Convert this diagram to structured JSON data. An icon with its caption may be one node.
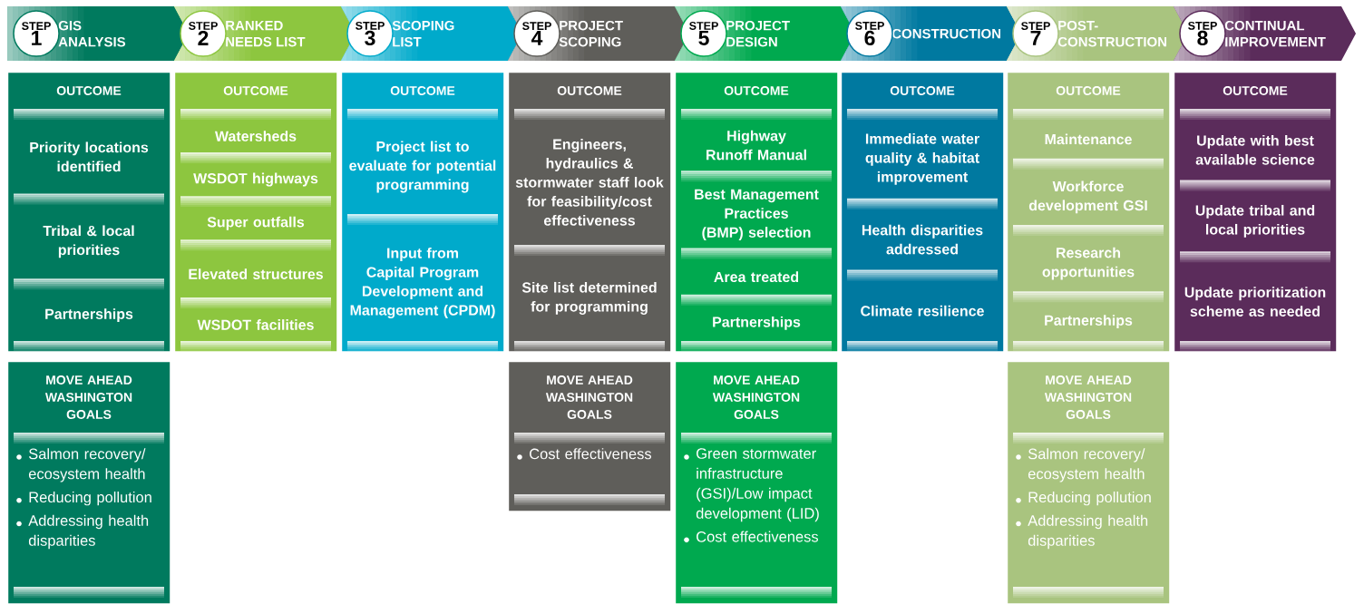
{
  "diagram": {
    "nodes": [
      {
        "text": [
          "GIS ANALYSIS"
        ]
      },
      {
        "text": [
          "STEP",
          "1"
        ],
        "in": 0
      },
      {
        "text": [
          "RANKED NEEDS LIST"
        ]
      },
      {
        "text": [
          "STEP",
          "2"
        ],
        "in": 2
      },
      {
        "text": [
          "SCOPING LIST"
        ]
      },
      {
        "text": [
          "STEP",
          "3"
        ],
        "in": 4
      },
      {
        "text": [
          "PROJECT SCOPING"
        ]
      },
      {
        "text": [
          "STEP",
          "4"
        ],
        "in": 6
      },
      {
        "text": [
          "PROJECT DESIGN"
        ]
      },
      {
        "text": [
          "STEP",
          "5"
        ],
        "in": 8
      },
      {
        "text": [
          "CONSTRUCTION"
        ]
      },
      {
        "text": [
          "STEP",
          "6"
        ],
        "in": 10
      },
      {
        "text": [
          "POST-CONSTRUCTION"
        ]
      },
      {
        "text": [
          "STEP",
          "7"
        ],
        "in": 12
      },
      {
        "text": [
          "CONTINUAL IMPROVEMENT"
        ]
      },
      {
        "text": [
          "STEP",
          "8"
        ],
        "in": 14
      },
      {
        "text": [
          "OUTCOME",
          "Priority locations identified",
          "Tribal & local priorities",
          "Partnerships"
        ]
      },
      {
        "text": [
          "OUTCOME",
          "Watersheds",
          "WSDOT highways",
          "Super outfalls",
          "Elevated structures",
          "WSDOT facilities"
        ]
      },
      {
        "text": [
          "OUTCOME",
          "Project list to evaluate for potential programming",
          "Input from Capital Program Development and Management (CPDM)"
        ]
      },
      {
        "text": [
          "OUTCOME",
          "Engineers, hydraulics & stormwater staff look for feasibility/cost effectiveness",
          "Site list determined for programming"
        ]
      },
      {
        "text": [
          "OUTCOME",
          "Highway Runoff Manual",
          "Best Management Practices (BMP) selection",
          "Area treated",
          "Partnerships"
        ]
      },
      {
        "text": [
          "OUTCOME",
          "Immediate water quality & habitat improvement",
          "Health disparities addressed",
          "Climate resilience"
        ]
      },
      {
        "text": [
          "OUTCOME",
          "Maintenance",
          "Workforce development GSI",
          "Research opportunities",
          "Partnerships"
        ]
      },
      {
        "text": [
          "OUTCOME",
          "Update with best available science",
          "Update tribal and local priorities",
          "Update prioritization scheme as needed"
        ]
      },
      {
        "text": [
          "MOVE AHEAD WASHINGTON GOALS",
          "Salmon recovery/ ecosystem health",
          "Reducing pollution",
          "Addressing health disparities"
        ]
      },
      {
        "text": [
          "MOVE AHEAD WASHINGTON GOALS",
          "Cost effectiveness"
        ]
      },
      {
        "text": [
          "MOVE AHEAD WASHINGTON GOALS",
          "Green stormwater infrastructure (GSI)/Low impact development (LID)",
          "Cost effectiveness"
        ]
      },
      {
        "text": [
          "MOVE AHEAD WASHINGTON GOALS",
          "Salmon recovery/ ecosystem health",
          "Reducing pollution",
          "Addressing health disparities"
        ]
      }
    ]
  }
}
